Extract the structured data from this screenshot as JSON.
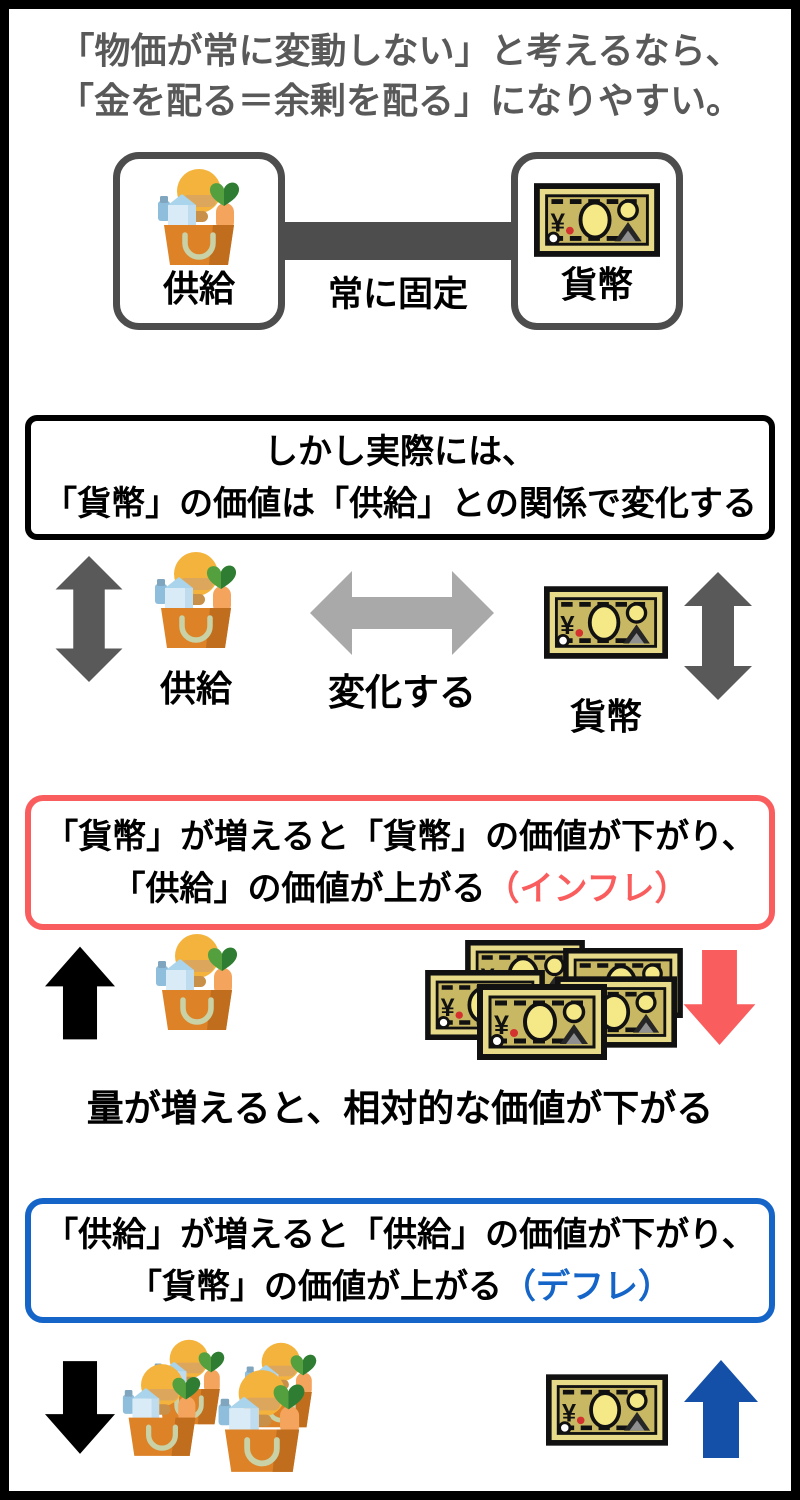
{
  "colors": {
    "heading_gray": "#595959",
    "dark_gray": "#4d4d4d",
    "light_gray": "#a9a9a9",
    "accent_red": "#fa5d5d",
    "accent_blue": "#1565c8",
    "arrow_blue": "#1450a8"
  },
  "icons": {
    "currency_symbol": "¥",
    "grocery_bag": "grocery-bag",
    "banknote": "banknote"
  },
  "title": {
    "line1": "「物価が常に変動しない」と考えるなら、",
    "line2": "「金を配る＝余剰を配る」になりやすい。"
  },
  "fixed_model": {
    "supply_label": "供給",
    "link_label": "常に固定",
    "money_label": "貨幣"
  },
  "reality": {
    "heading_line1": "しかし実際には、",
    "heading_line2": "「貨幣」の価値は「供給」との関係で変化する",
    "supply_label": "供給",
    "change_label": "変化する",
    "money_label": "貨幣"
  },
  "inflation": {
    "heading_line1": "「貨幣」が増えると「貨幣」の価値が下がり、",
    "heading_line2_main": "「供給」の価値が上がる",
    "heading_line2_accent": "（インフレ）",
    "caption": "量が増えると、相対的な価値が下がる"
  },
  "deflation": {
    "heading_line1": "「供給」が増えると「供給」の価値が下がり、",
    "heading_line2_main": "「貨幣」の価値が上がる",
    "heading_line2_accent": "（デフレ）"
  }
}
